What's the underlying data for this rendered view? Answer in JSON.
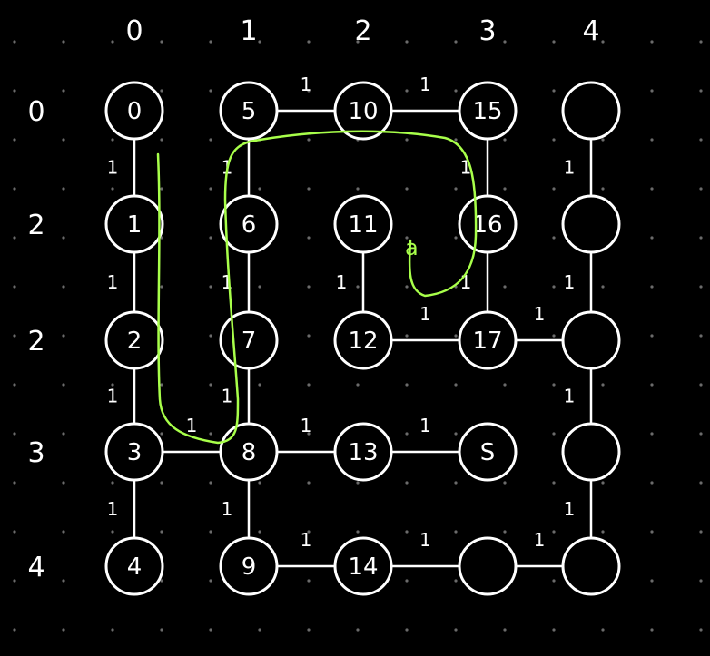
{
  "colors": {
    "background": "#000000",
    "ink": "#ffffff",
    "grid_dot": "#6b6b6b",
    "path": "#a8ff4a"
  },
  "col_labels": [
    "0",
    "1",
    "2",
    "3",
    "4"
  ],
  "row_labels": [
    "0",
    "2",
    "2",
    "3",
    "4"
  ],
  "nodes": [
    {
      "id": "n0",
      "label": "0"
    },
    {
      "id": "n5",
      "label": "5"
    },
    {
      "id": "n10",
      "label": "10"
    },
    {
      "id": "n15",
      "label": "15"
    },
    {
      "id": "nA",
      "label": ""
    },
    {
      "id": "n1",
      "label": "1"
    },
    {
      "id": "n6",
      "label": "6"
    },
    {
      "id": "n11",
      "label": "11"
    },
    {
      "id": "n16",
      "label": "16"
    },
    {
      "id": "nB",
      "label": ""
    },
    {
      "id": "n2",
      "label": "2"
    },
    {
      "id": "n7",
      "label": "7"
    },
    {
      "id": "n12",
      "label": "12"
    },
    {
      "id": "n17",
      "label": "17"
    },
    {
      "id": "nC",
      "label": ""
    },
    {
      "id": "n3",
      "label": "3"
    },
    {
      "id": "n8",
      "label": "8"
    },
    {
      "id": "n13",
      "label": "13"
    },
    {
      "id": "nS",
      "label": "S"
    },
    {
      "id": "nD",
      "label": ""
    },
    {
      "id": "n4",
      "label": "4"
    },
    {
      "id": "n9",
      "label": "9"
    },
    {
      "id": "n14",
      "label": "14"
    },
    {
      "id": "nE",
      "label": ""
    },
    {
      "id": "nF",
      "label": ""
    }
  ],
  "edges": [
    {
      "from": "n5",
      "to": "n10",
      "weight": "1"
    },
    {
      "from": "n10",
      "to": "n15",
      "weight": "1"
    },
    {
      "from": "n0",
      "to": "n1",
      "weight": "1"
    },
    {
      "from": "n5",
      "to": "n6",
      "weight": "1"
    },
    {
      "from": "n15",
      "to": "n16",
      "weight": "1"
    },
    {
      "from": "nA",
      "to": "nB",
      "weight": "1"
    },
    {
      "from": "n1",
      "to": "n2",
      "weight": "1"
    },
    {
      "from": "n6",
      "to": "n7",
      "weight": "1"
    },
    {
      "from": "n11",
      "to": "n12",
      "weight": "1"
    },
    {
      "from": "n16",
      "to": "n17",
      "weight": "1"
    },
    {
      "from": "nB",
      "to": "nC",
      "weight": "1"
    },
    {
      "from": "n12",
      "to": "n17",
      "weight": "1"
    },
    {
      "from": "n17",
      "to": "nC",
      "weight": "1"
    },
    {
      "from": "n2",
      "to": "n3",
      "weight": "1"
    },
    {
      "from": "n7",
      "to": "n8",
      "weight": "1"
    },
    {
      "from": "nC",
      "to": "nD",
      "weight": "1"
    },
    {
      "from": "n3",
      "to": "n8",
      "weight": "1"
    },
    {
      "from": "n8",
      "to": "n13",
      "weight": "1"
    },
    {
      "from": "n13",
      "to": "nS",
      "weight": "1"
    },
    {
      "from": "n3",
      "to": "n4",
      "weight": "1"
    },
    {
      "from": "n8",
      "to": "n9",
      "weight": "1"
    },
    {
      "from": "nD",
      "to": "nF",
      "weight": "1"
    },
    {
      "from": "n9",
      "to": "n14",
      "weight": "1"
    },
    {
      "from": "n14",
      "to": "nE",
      "weight": "1"
    },
    {
      "from": "nE",
      "to": "nF",
      "weight": "1"
    }
  ],
  "path_end_label": "a"
}
